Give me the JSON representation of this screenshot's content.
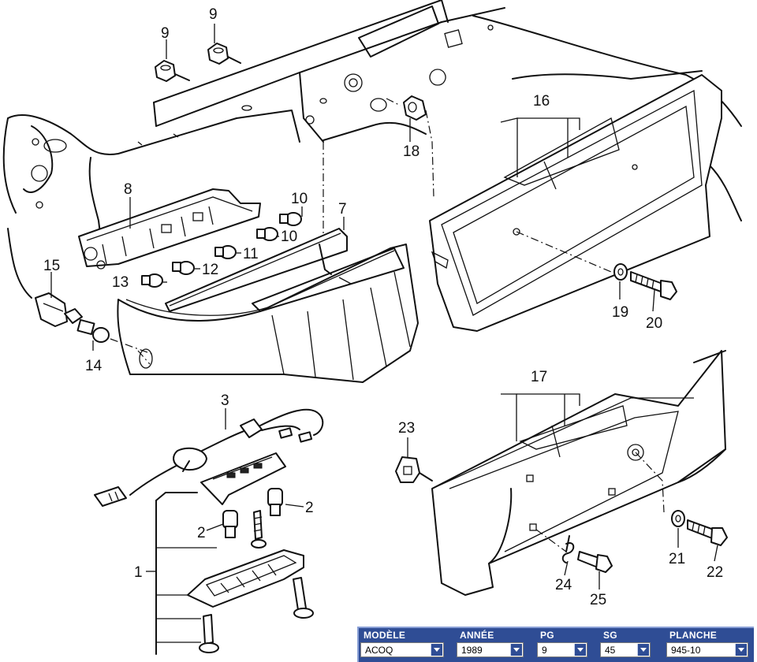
{
  "callouts": {
    "c1": "1",
    "c2a": "2",
    "c2b": "2",
    "c3": "3",
    "c7": "7",
    "c8": "8",
    "c9a": "9",
    "c9b": "9",
    "c10a": "10",
    "c10b": "10",
    "c11": "11",
    "c12": "12",
    "c13": "13",
    "c14": "14",
    "c15": "15",
    "c16": "16",
    "c17": "17",
    "c18": "18",
    "c19": "19",
    "c20": "20",
    "c21": "21",
    "c22": "22",
    "c23": "23",
    "c24": "24",
    "c25": "25"
  },
  "selector": {
    "modele": {
      "label": "MODÈLE",
      "value": "ACOQ"
    },
    "annee": {
      "label": "ANNÉE",
      "value": "1989"
    },
    "pg": {
      "label": "PG",
      "value": "9"
    },
    "sg": {
      "label": "SG",
      "value": "45"
    },
    "planche": {
      "label": "PLANCHE",
      "value": "945-10"
    }
  },
  "colors": {
    "selector_bar": "#2f4d95",
    "dropdown_arrow": "#2f4d95",
    "line_art": "#111111"
  },
  "icons": {
    "dropdown": "chevron-down-icon"
  }
}
